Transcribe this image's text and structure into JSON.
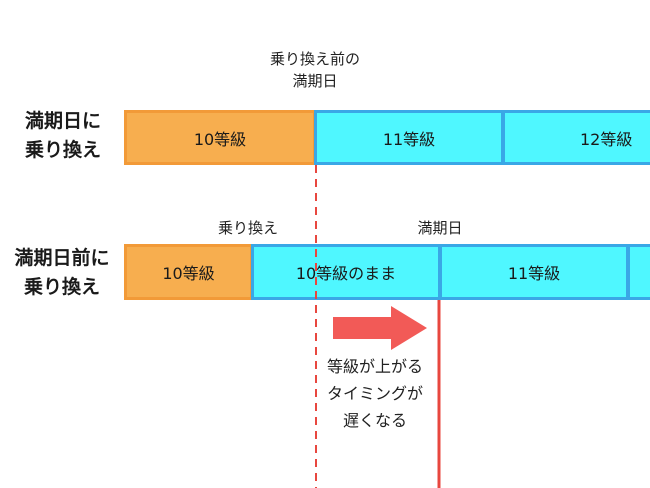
{
  "captions": {
    "top_line1": "乗り換え前の",
    "top_line2": "満期日",
    "switch": "乗り換え",
    "maturity": "満期日"
  },
  "rows": {
    "row1_label": [
      "満期日に",
      "乗り換え"
    ],
    "row2_label": [
      "満期日前に",
      "乗り換え"
    ]
  },
  "row1_segments": [
    "10等級",
    "11等級",
    "12等級"
  ],
  "row2_segments": [
    "10等級",
    "10等級のまま",
    "11等級"
  ],
  "note": [
    "等級が上がる",
    "タイミングが",
    "遅くなる"
  ],
  "colors": {
    "orange_fill": "#F7AE4F",
    "orange_border": "#F29A38",
    "cyan_fill": "#4FF7FF",
    "cyan_border": "#3AA7E6",
    "dashed_line": "#E8473F",
    "solid_line": "#E8473F",
    "arrow": "#F25A57"
  }
}
